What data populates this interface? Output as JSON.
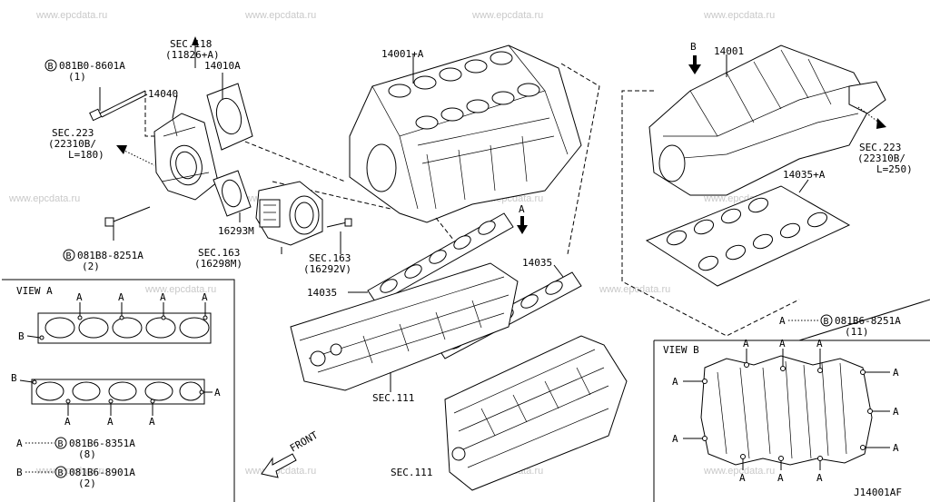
{
  "watermark": "www.epcdata.ru",
  "labels": {
    "sec118": "SEC.118",
    "sec118_sub": "(11826+A)",
    "p14010a": "14010A",
    "p14040": "14040",
    "bolt1": "081B0-8601A",
    "bolt1_qty": "(1)",
    "sec223_l": "SEC.223",
    "sec223_l_sub1": "(22310B/",
    "sec223_l_sub2": "L=180)",
    "bolt2": "081B8-8251A",
    "bolt2_qty": "(2)",
    "p16293m": "16293M",
    "sec163a": "SEC.163",
    "sec163a_sub": "(16298M)",
    "sec163b": "SEC.163",
    "sec163b_sub": "(16292V)",
    "p14001a": "14001+A",
    "p14001": "14001",
    "sec223_r": "SEC.223",
    "sec223_r_sub1": "(22310B/",
    "sec223_r_sub2": "L=250)",
    "p14035a": "14035+A",
    "p14035_l": "14035",
    "p14035_r": "14035",
    "sec111_a": "SEC.111",
    "sec111_b": "SEC.111",
    "front": "FRONT",
    "arrowA": "A",
    "arrowB": "B",
    "view_a_title": "VIEW A",
    "view_b_title": "VIEW B",
    "leg_a": "A",
    "leg_a_part": "081B6-8351A",
    "leg_a_qty": "(8)",
    "leg_b": "B",
    "leg_b_part": "081B6-8901A",
    "leg_b_qty": "(2)",
    "vb_leg_a": "A",
    "vb_leg_part": "081B6-8251A",
    "vb_leg_qty": "(11)",
    "circled_b": "B",
    "diagram_code": "J14001AF"
  }
}
